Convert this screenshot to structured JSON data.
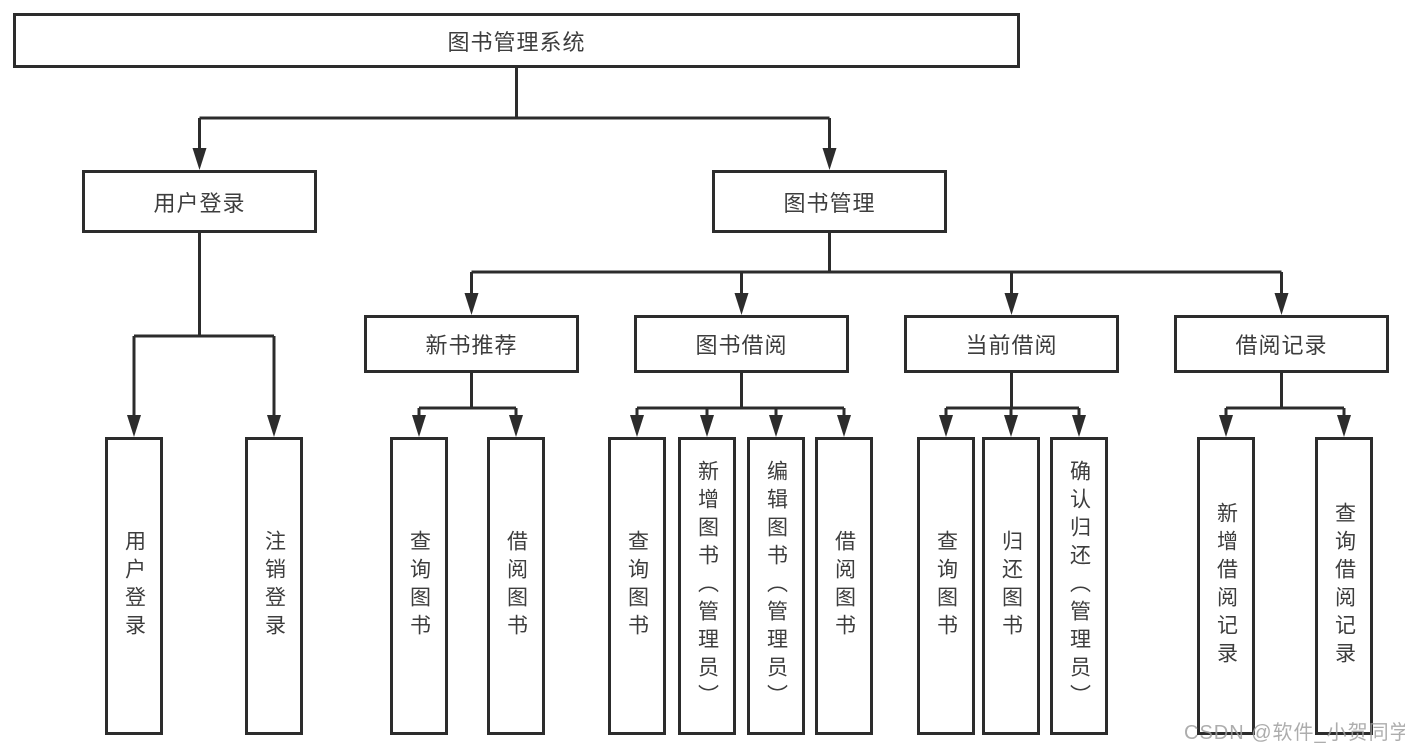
{
  "diagram_title": "图书管理系统",
  "colors": {
    "line": "#2c2c2c",
    "box_border": "#2c2c2c",
    "text": "#3d3d3d",
    "background": "#ffffff",
    "watermark": "#9f9f9f"
  },
  "nodes": {
    "root": {
      "label": "图书管理系统"
    },
    "branches": [
      {
        "id": "user-login",
        "label": "用户登录"
      },
      {
        "id": "book-management",
        "label": "图书管理"
      }
    ],
    "modules": [
      {
        "id": "new-book-recommend",
        "label": "新书推荐"
      },
      {
        "id": "book-borrow",
        "label": "图书借阅"
      },
      {
        "id": "current-borrow",
        "label": "当前借阅"
      },
      {
        "id": "borrow-records",
        "label": "借阅记录"
      }
    ],
    "leaves": [
      {
        "parent": "user-login",
        "label": "用户登录"
      },
      {
        "parent": "user-login",
        "label": "注销登录"
      },
      {
        "parent": "new-book-recommend",
        "label": "查询图书"
      },
      {
        "parent": "new-book-recommend",
        "label": "借阅图书"
      },
      {
        "parent": "book-borrow",
        "label": "查询图书"
      },
      {
        "parent": "book-borrow",
        "label": "新增图书（管理员）"
      },
      {
        "parent": "book-borrow",
        "label": "编辑图书（管理员）"
      },
      {
        "parent": "book-borrow",
        "label": "借阅图书"
      },
      {
        "parent": "current-borrow",
        "label": "查询图书"
      },
      {
        "parent": "current-borrow",
        "label": "归还图书"
      },
      {
        "parent": "current-borrow",
        "label": "确认归还（管理员）"
      },
      {
        "parent": "borrow-records",
        "label": "新增借阅记录"
      },
      {
        "parent": "borrow-records",
        "label": "查询借阅记录"
      }
    ]
  },
  "watermark": {
    "text": "CSDN @软件_小贺同学"
  }
}
